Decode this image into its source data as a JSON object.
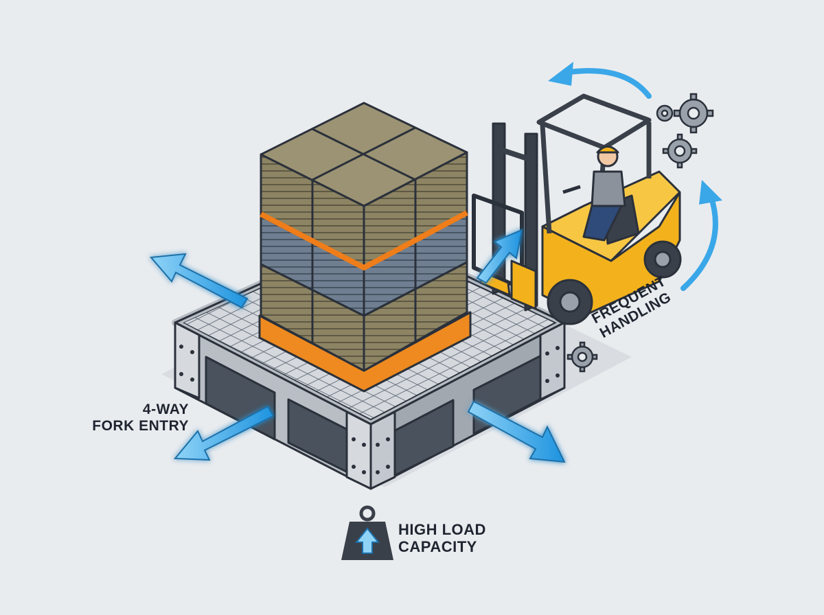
{
  "labels": {
    "fork_entry_line1": "4-WAY",
    "fork_entry_line2": "FORK ENTRY",
    "load_line1": "HIGH LOAD",
    "load_line2": "CAPACITY",
    "handling_line1": "FREQUENT",
    "handling_line2": "HANDLING"
  },
  "icons": {
    "weight": "weight-icon",
    "gear": "gear-icon",
    "arrow": "direction-arrow-icon",
    "forklift": "forklift-illustration",
    "pallet": "steel-pallet-illustration",
    "crates": "crate-stack-illustration"
  },
  "colors": {
    "background": "#e9ecef",
    "arrow_blue": "#3aa7e8",
    "forklift_yellow": "#f3b21c",
    "crate_olive": "#8c8463",
    "crate_steel": "#6f7f91",
    "strap_orange": "#ee7d1a",
    "pallet_steel": "#c4c9cf",
    "outline": "#2b313b"
  }
}
